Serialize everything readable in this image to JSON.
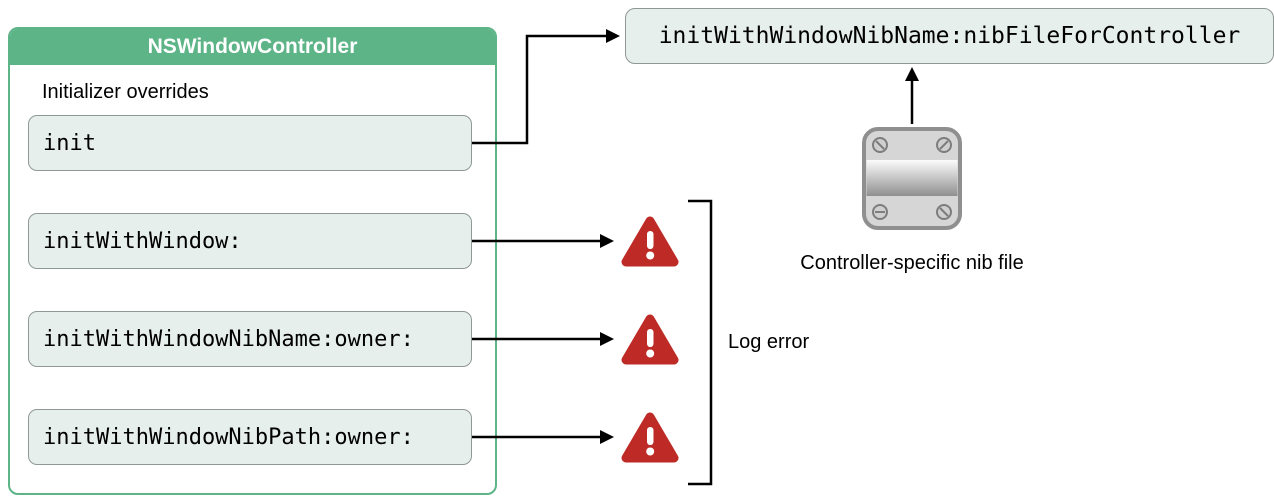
{
  "colors": {
    "green": "#5CB487",
    "box_fill": "#E7EFEC",
    "box_border": "#8E9894",
    "warning_red": "#BE2B26",
    "line": "#000000"
  },
  "controller": {
    "title": "NSWindowController",
    "section_label": "Initializer overrides",
    "methods": [
      {
        "label": "init"
      },
      {
        "label": "initWithWindow:"
      },
      {
        "label": "initWithWindowNibName:owner:"
      },
      {
        "label": "initWithWindowNibPath:owner:"
      }
    ]
  },
  "designated": {
    "label": "initWithWindowNibName:nibFileForController"
  },
  "log_error": {
    "label": "Log error"
  },
  "nib": {
    "label": "Controller-specific nib file"
  }
}
